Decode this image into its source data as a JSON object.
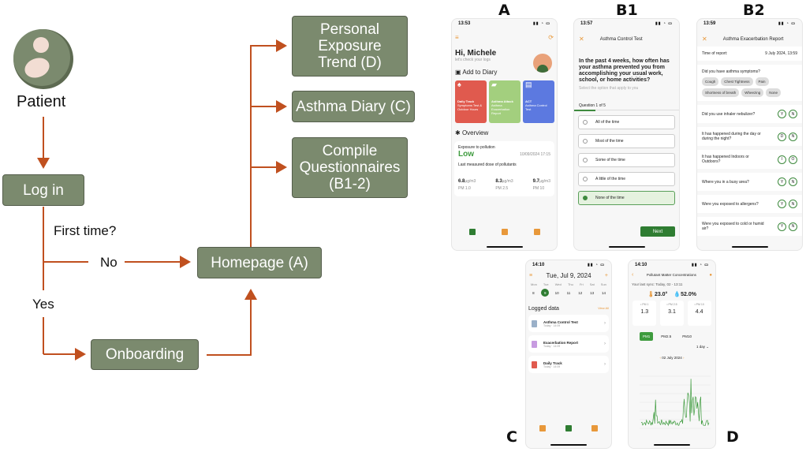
{
  "flowchart": {
    "patient": "Patient",
    "login": "Log in",
    "first_time": "First time?",
    "no": "No",
    "yes": "Yes",
    "homepage": "Homepage (A)",
    "onboarding": "Onboarding",
    "trend": "Personal Exposure Trend (D)",
    "diary": "Asthma Diary (C)",
    "questionnaires": "Compile Questionnaires (B1-2)",
    "colors": {
      "node": "#7b8a6e",
      "arrow": "#c0501f"
    }
  },
  "panels": {
    "a": "A",
    "b1": "B1",
    "b2": "B2",
    "c": "C",
    "d": "D"
  },
  "phone_a": {
    "time": "13:53",
    "greeting": "Hi, Michele",
    "subtitle": "let's check your logs",
    "add_to_diary": "Add to Diary",
    "tiles": [
      {
        "title": "Daily Track",
        "sub": "Symptoms Test & Outdoor Hours",
        "color": "#e05a4e"
      },
      {
        "title": "Asthma Attack",
        "sub": "Asthma Exacerbation Report",
        "color": "#a3cf7e"
      },
      {
        "title": "ACT",
        "sub": "Asthma Control Test",
        "color": "#5c79e0"
      }
    ],
    "overview": "Overview",
    "exposure_label": "Exposure to pollution",
    "exposure_level": "Low",
    "exposure_date": "10/09/2024 17:15",
    "last_dose": "Last measured dose of pollutants",
    "doses": [
      {
        "value": "6.8",
        "unit": "µg/m3",
        "label": "PM 1.0"
      },
      {
        "value": "8.3",
        "unit": "µg/m3",
        "label": "PM 2.5"
      },
      {
        "value": "9.7",
        "unit": "µg/m3",
        "label": "PM 10"
      }
    ]
  },
  "phone_b1": {
    "time": "13:57",
    "title": "Asthma Control Test",
    "question": "In the past 4 weeks, how often has your asthma prevented you from accomplishing your usual work, school, or home activities?",
    "hint": "Select the option that apply to you",
    "progress": "Question 1 of 5",
    "progress_fraction": 0.2,
    "options": [
      "All of the time",
      "Most of the time",
      "Some of the time",
      "A little of the time",
      "None of the time"
    ],
    "selected_option": 4,
    "next": "Next"
  },
  "phone_b2": {
    "time": "13:59",
    "title": "Asthma Exacerbation Report",
    "time_of_report_label": "Time of report:",
    "time_of_report": "9 July 2024, 13:59",
    "symptoms_q": "Did you have asthma symptoms?",
    "symptoms": [
      "Cough",
      "Chest Tightness",
      "Pain",
      "Shortness of breath",
      "Wheezing",
      "None"
    ],
    "questions": [
      {
        "text": "Did you use inhaler nebulizer?",
        "a": "Y",
        "b": "N"
      },
      {
        "text": "It has happened during the day or during the night?",
        "a": "D",
        "b": "N"
      },
      {
        "text": "It has happened Indoors or Outdoors?",
        "a": "I",
        "b": "O"
      },
      {
        "text": "Where you in a busy area?",
        "a": "Y",
        "b": "N"
      },
      {
        "text": "Were you exposed to allergens?",
        "a": "Y",
        "b": "N"
      },
      {
        "text": "Were you exposed to cold or humid air?",
        "a": "Y",
        "b": "N"
      }
    ]
  },
  "phone_c": {
    "time": "14:10",
    "date": "Tue, Jul 9, 2024",
    "weekdays": [
      "Mon",
      "Tue",
      "Wed",
      "Thu",
      "Fri",
      "Sat",
      "Sun"
    ],
    "days": [
      "8",
      "9",
      "10",
      "11",
      "12",
      "13",
      "14"
    ],
    "today_index": 1,
    "logged_data": "Logged data",
    "view_all": "View All",
    "logs": [
      {
        "title": "Asthma Control Test",
        "sub": "Today · 14:09",
        "color": "#9ab0c8"
      },
      {
        "title": "Exacerbation Report",
        "sub": "Today · 14:09",
        "color": "#c79be0"
      },
      {
        "title": "Daily Track",
        "sub": "Today · 14:09",
        "color": "#e05a4e"
      }
    ]
  },
  "phone_d": {
    "time": "14:10",
    "title": "Pollutant Matter Concentrations",
    "last_sync": "Your last sync: Today, 02 - 13:11",
    "temperature": "23.0°",
    "humidity": "52.0%",
    "pm": [
      {
        "label": "• PM 1",
        "value": "1.3"
      },
      {
        "label": "• PM 2.5",
        "value": "3.1"
      },
      {
        "label": "• PM 10",
        "value": "4.4"
      }
    ],
    "tabs": [
      "PM1",
      "PM2.5",
      "PM10"
    ],
    "range": "1 day",
    "chart_date": "02 July 2024",
    "series_color": "#3e9b3e"
  }
}
